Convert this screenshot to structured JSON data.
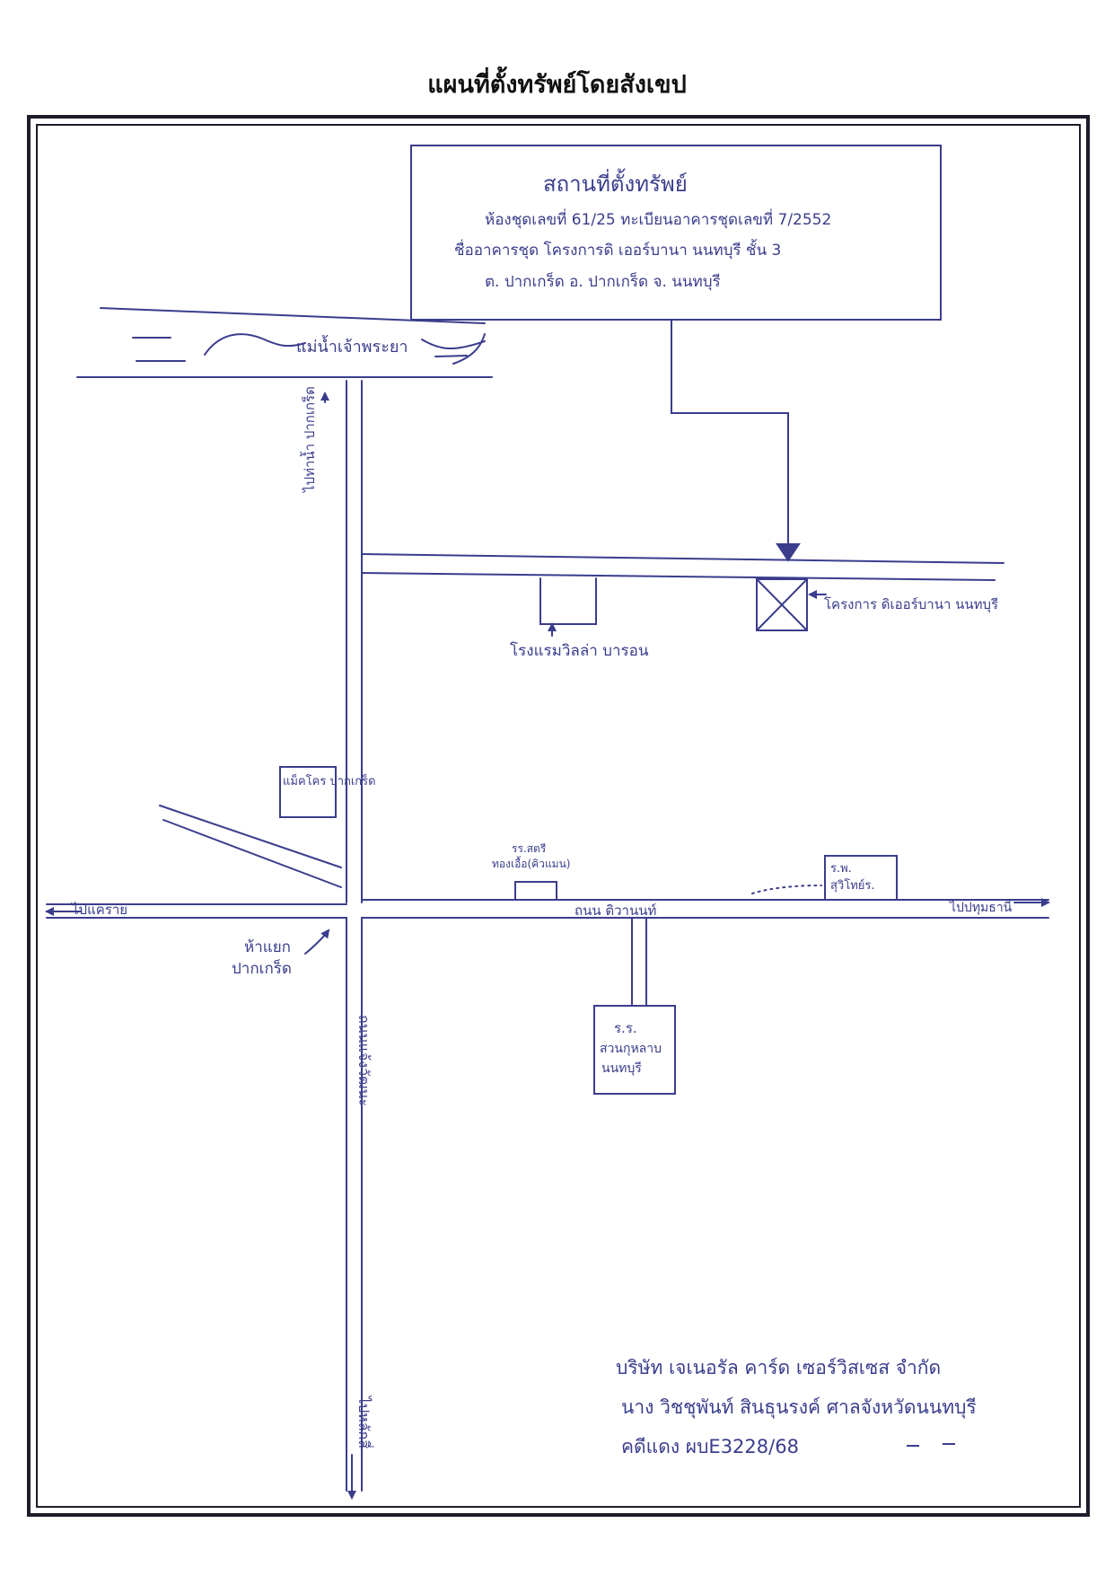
{
  "title": "แผนที่ตั้งทรัพย์โดยสังเขป",
  "ink_color": "#3a3d8c",
  "frame_color": "#1d1d2a",
  "location_box": {
    "heading": "สถานที่ตั้งทรัพย์",
    "line1": "ห้องชุดเลขที่ 61/25   ทะเบียนอาคารชุดเลขที่ 7/2552",
    "line2": "ชื่ออาคารชุด  โครงการดิ เออร์บานา นนทบุรี  ชั้น 3",
    "line3": "ต. ปากเกร็ด   อ. ปากเกร็ด   จ. นนทบุรี"
  },
  "labels": {
    "river": "แม่น้ำเจ้าพระยา",
    "to_pier": "ไปท่าน้ำ ปากเกร็ด",
    "project": "โครงการ ดิเออร์บานา นนทบุรี",
    "hotel": "โรงแรมวิลล่า บารอน",
    "makro": "แม็คโคร ปากเกร็ด",
    "school_line1": "รร.สตรี",
    "school_line2": "ทองเอื้อ(คิวแมน)",
    "hospital_line1": "ร.พ.",
    "hospital_line2": "สุวิโทย์ร.",
    "to_bangkhen": "ไปแคราย",
    "road_chaengwattana": "ถนน ติวานนท์",
    "to_pathumthani": "ไปปทุมธานี",
    "intersection_line1": "ห้าแยก",
    "intersection_line2": "ปากเกร็ด",
    "court_line1": "ร.ร.",
    "court_line2": "สวนกุหลาบ",
    "court_line3": "นนทบุรี",
    "road_vertical": "ถนนแจ้งวัฒนะ",
    "to_laksi": "ไปหลักสี่"
  },
  "signature": {
    "line1": "บริษัท เจเนอรัล คาร์ด เซอร์วิสเซส จำกัด",
    "line2": "นาง วิชชุพันท์ สินธุนรงค์ ศาลจังหวัดนนทบุรี",
    "line3": "คดีแดง ผบE3228/68"
  }
}
